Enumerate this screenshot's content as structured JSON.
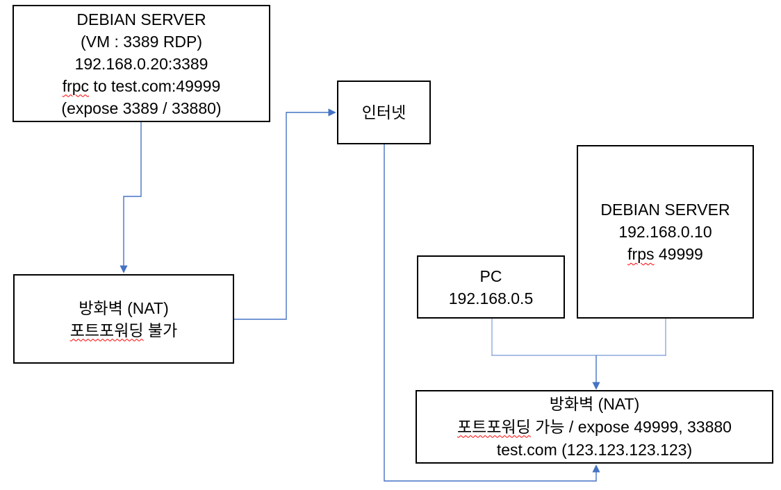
{
  "colors": {
    "connector": "#4472C4",
    "connector_light": "#8FAADC",
    "box_border": "#000000",
    "text": "#000000",
    "spellcheck_underline": "#FF0000",
    "background": "#FFFFFF"
  },
  "boxes": {
    "debian_vm": {
      "line1": "DEBIAN SERVER",
      "line2": "(VM : 3389 RDP)",
      "line3": "192.168.0.20:3389",
      "line4_word": "frpc",
      "line4_rest": " to test.com:49999",
      "line5": "(expose 3389 / 33880)"
    },
    "internet": {
      "label": "인터넷"
    },
    "debian_frps": {
      "line1": "DEBIAN SERVER",
      "line2": "192.168.0.10",
      "line3_word": "frps",
      "line3_rest": " 49999"
    },
    "pc": {
      "line1": "PC",
      "line2": "192.168.0.5"
    },
    "firewall_no_forward": {
      "line1": "방화벽 (NAT)",
      "line2_word": "포트포워딩",
      "line2_rest": " 불가"
    },
    "firewall_forward": {
      "line1": "방화벽 (NAT)",
      "line2_word": "포트포워딩",
      "line2_rest": " 가능 / expose 49999, 33880",
      "line3": "test.com (123.123.123.123)"
    }
  },
  "connectors": [
    {
      "from": "debian_vm",
      "to": "firewall_no_forward",
      "arrow": "end"
    },
    {
      "from": "firewall_no_forward",
      "to": "internet",
      "arrow": "end"
    },
    {
      "from": "internet",
      "to": "firewall_forward_bottom",
      "arrow": "end"
    },
    {
      "from": "pc",
      "to": "junction",
      "arrow": "none"
    },
    {
      "from": "debian_frps",
      "to": "junction",
      "arrow": "none"
    },
    {
      "from": "junction",
      "to": "firewall_forward_top",
      "arrow": "end"
    }
  ]
}
